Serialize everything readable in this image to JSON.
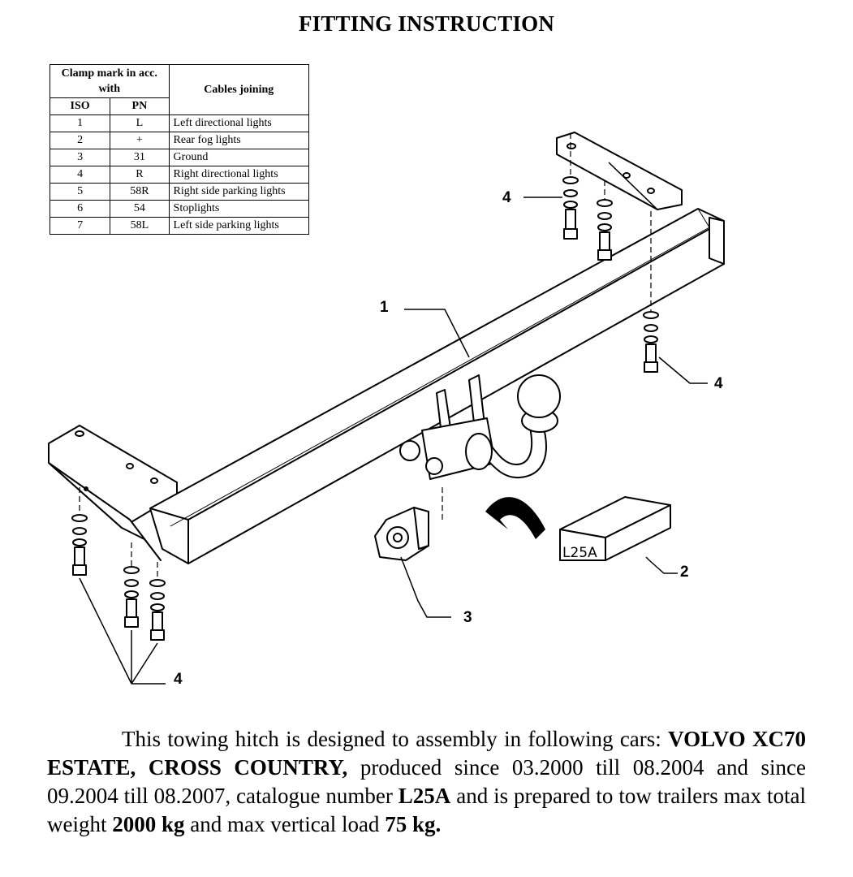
{
  "title": "FITTING INSTRUCTION",
  "table": {
    "header_clamp": "Clamp mark in acc. with",
    "header_iso": "ISO",
    "header_pn": "PN",
    "header_cables": "Cables joining",
    "rows": [
      {
        "iso": "1",
        "pn": "L",
        "desc": "Left directional lights"
      },
      {
        "iso": "2",
        "pn": "+",
        "desc": "Rear fog lights"
      },
      {
        "iso": "3",
        "pn": "31",
        "desc": "Ground"
      },
      {
        "iso": "4",
        "pn": "R",
        "desc": "Right directional lights"
      },
      {
        "iso": "5",
        "pn": "58R",
        "desc": "Right side parking lights"
      },
      {
        "iso": "6",
        "pn": "54",
        "desc": "Stoplights"
      },
      {
        "iso": "7",
        "pn": "58L",
        "desc": "Left side parking lights"
      }
    ]
  },
  "callouts": {
    "main_bar": "1",
    "kit_box": "2",
    "socket_plate": "3",
    "bolts_top": "4",
    "bolts_right": "4",
    "bolts_bottom": "4"
  },
  "kit_label": "L25A",
  "description": {
    "p1": "This towing hitch is designed to assembly in following cars:",
    "car": "VOLVO XC70 ESTATE, CROSS COUNTRY,",
    "p2": "produced since 03.2000 till 08.2004 and since 09.2004 till 08.2007, catalogue number",
    "catalogue": "L25A",
    "p3": "and is prepared to tow trailers max total weight",
    "weight": "2000 kg",
    "p4": "and max vertical load",
    "vload": "75 kg."
  }
}
